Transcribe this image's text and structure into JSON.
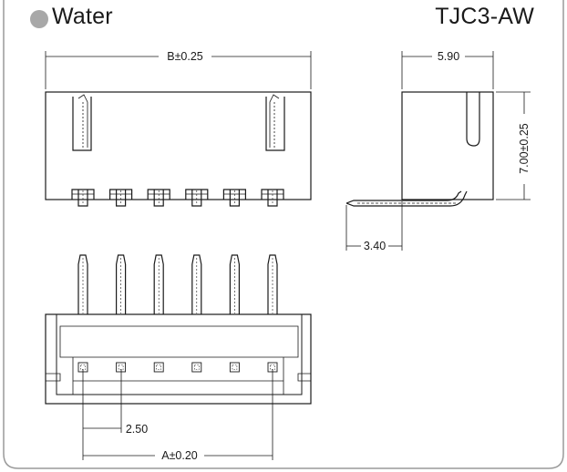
{
  "header": {
    "series_name": "Water",
    "part_number": "TJC3-AW"
  },
  "dimensions": {
    "overall_width": "B±0.25",
    "pin_row_span": "A±0.20",
    "pitch": "2.50",
    "side_depth": "5.90",
    "side_height": "7.00±0.25",
    "pin_offset": "3.40"
  },
  "drawing": {
    "pin_count": 6,
    "line_color": "#1a1a1a",
    "frame_color": "#9a9a9a",
    "bullet_color": "#a8a8a8"
  }
}
